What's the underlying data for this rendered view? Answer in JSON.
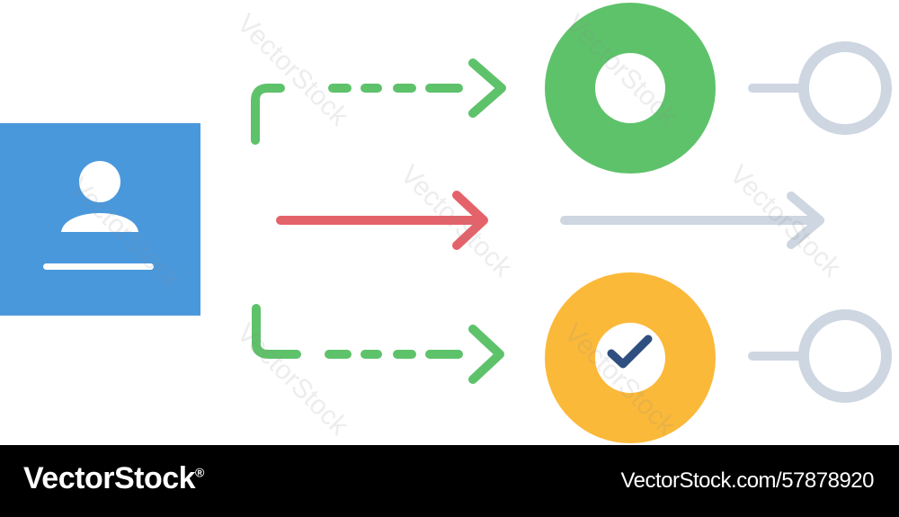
{
  "colors": {
    "user_box": "#4a98dc",
    "green": "#5ec26a",
    "red": "#e4636a",
    "gray": "#cdd6e1",
    "yellow": "#fbb93a",
    "check": "#2e4f7f",
    "white": "#ffffff"
  },
  "icons": {
    "user": "user-avatar-icon",
    "done": "checkmark-icon",
    "empty_node": "hollow-circle-icon"
  },
  "watermark": "VectorStock",
  "footer": {
    "brand": "VectorStock",
    "reg_mark": "®",
    "image_id": "VectorStock.com/57878920"
  }
}
